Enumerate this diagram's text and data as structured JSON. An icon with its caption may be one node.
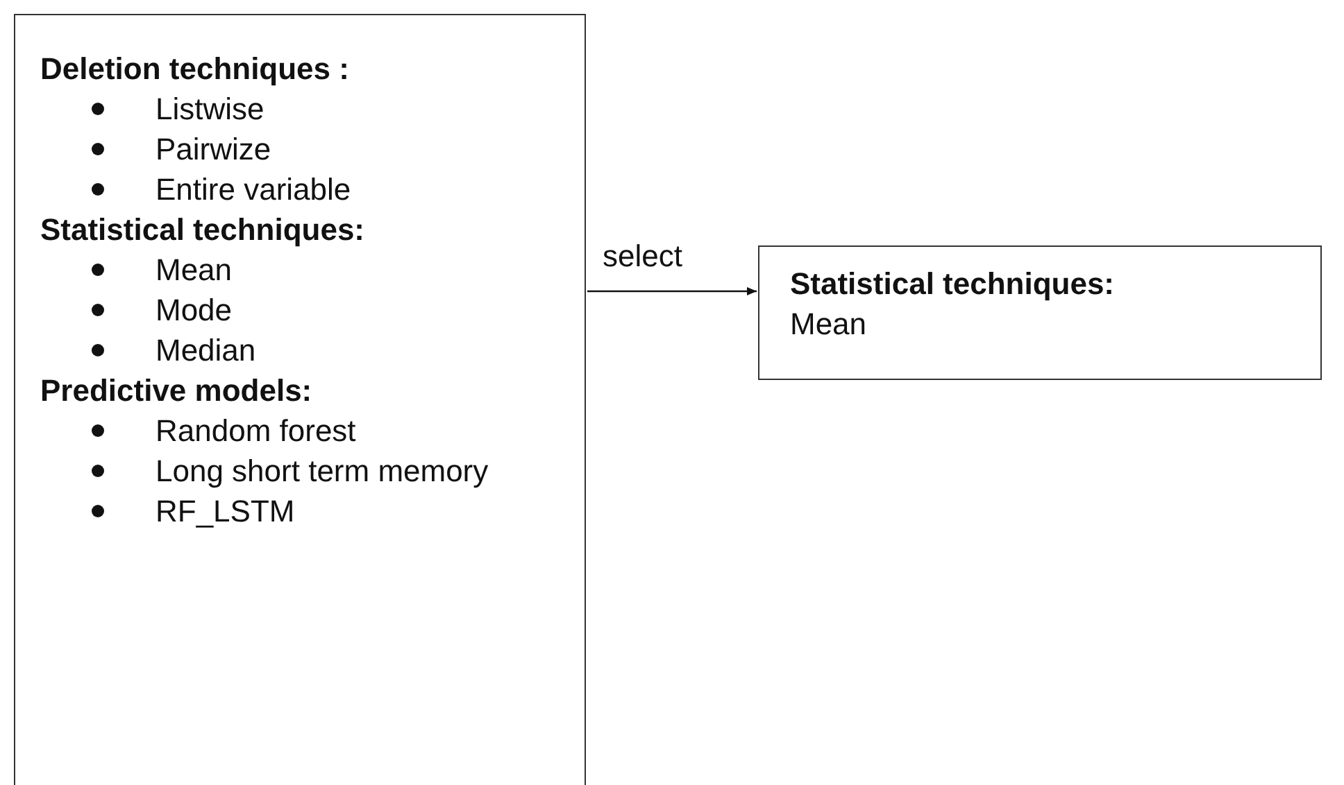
{
  "diagram": {
    "nodes": [
      {
        "text": [
          "Deletion techniques :",
          "Listwise",
          "Pairwize",
          "Entire variable",
          "Statistical techniques:",
          "Mean",
          "Mode",
          "Median",
          "Predictive models:",
          "Random forest",
          "Long short term memory",
          "RF_LSTM"
        ]
      },
      {
        "text": [
          "Statistical techniques:",
          "Mean"
        ]
      }
    ],
    "edges": [
      {
        "from": 0,
        "to": 1,
        "arrow": "to",
        "label": "select"
      }
    ]
  }
}
